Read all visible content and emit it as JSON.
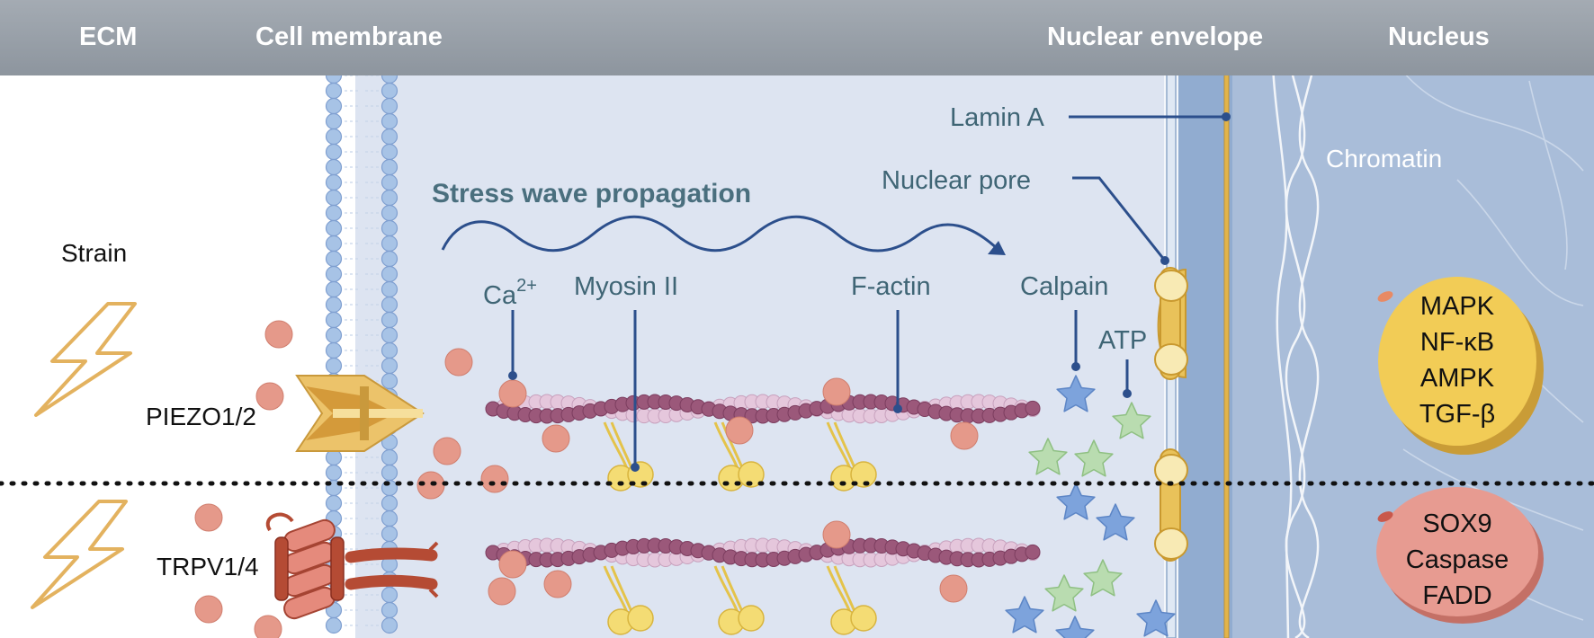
{
  "header": {
    "ecm": "ECM",
    "cell_membrane": "Cell membrane",
    "nuclear_envelope": "Nuclear envelope",
    "nucleus": "Nucleus"
  },
  "labels": {
    "strain": "Strain",
    "piezo": "PIEZO1/2",
    "trpv": "TRPV1/4",
    "stress_wave": "Stress wave propagation",
    "calcium_base": "Ca",
    "calcium_sup": "2+",
    "myosin": "Myosin II",
    "factin": "F-actin",
    "calpain": "Calpain",
    "atp": "ATP",
    "lamin": "Lamin A",
    "nuclear_pore": "Nuclear pore",
    "chromatin": "Chromatin"
  },
  "pathways_upper": [
    "MAPK",
    "NF-κB",
    "AMPK",
    "TGF-β"
  ],
  "pathways_lower": [
    "SOX9",
    "Caspase",
    "FADD"
  ],
  "colors": {
    "header_bg": "#9aa2aa",
    "cytoplasm": "#dde4f1",
    "nucleus": "#a9bdd9",
    "envelope": "#7f9fc6",
    "lipid": "#a7c3e6",
    "calcium": "#e5998a",
    "actin_dark": "#9b587a",
    "actin_light": "#e5c7dc",
    "myosin": "#f4dc74",
    "pore": "#e9c25a",
    "star_blue": "#7da3dc",
    "star_green": "#b9dcb0",
    "lightning": "#e3b25f",
    "upper_group": "#f2cc56",
    "lower_group": "#e79b91"
  }
}
